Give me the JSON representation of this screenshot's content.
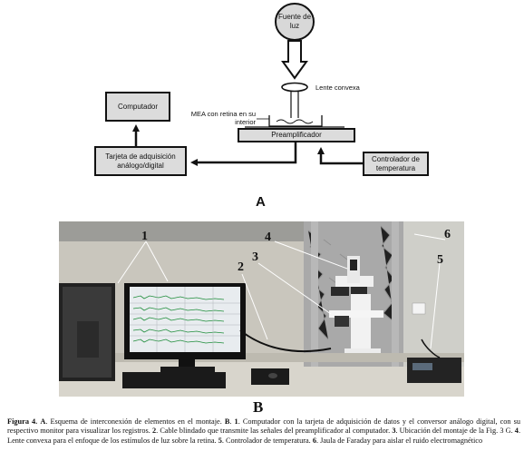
{
  "diagram": {
    "light_source": "Fuente de luz",
    "lens": "Lente convexa",
    "mea": "MEA con retina en su interior",
    "preamp": "Preamplificador",
    "computer": "Computador",
    "daq": "Tarjeta de adquisición análogo/digital",
    "temp": "Controlador de temperatura",
    "panel_label": "A"
  },
  "photo": {
    "labels": [
      "1",
      "2",
      "3",
      "4",
      "5",
      "6"
    ],
    "panel_label": "B"
  },
  "caption": {
    "figure_label": "Figura 4.",
    "a_label": "A",
    "a_text": ". Esquema de interconexión de elementos en el montaje. ",
    "b_label": "B",
    "t0": ". ",
    "n1": "1",
    "t1": ". Computador con la tarjeta de adquisición de datos y el conversor análogo digital, con su respectivo monitor para visualizar los registros. ",
    "n2": "2",
    "t2": ". Cable blindado que transmite las señales del preamplificador al computador. ",
    "n3": "3",
    "t3": ". Ubicación del montaje de la Fig. 3 G. ",
    "n4": "4",
    "t4": ". Lente convexa para el enfoque de los estímulos de luz sobre la retina. ",
    "n5": "5",
    "t5": ". Controlador de temperatura. ",
    "n6": "6",
    "t6": ". Jaula de Faraday para aislar el ruido electromagnético"
  }
}
